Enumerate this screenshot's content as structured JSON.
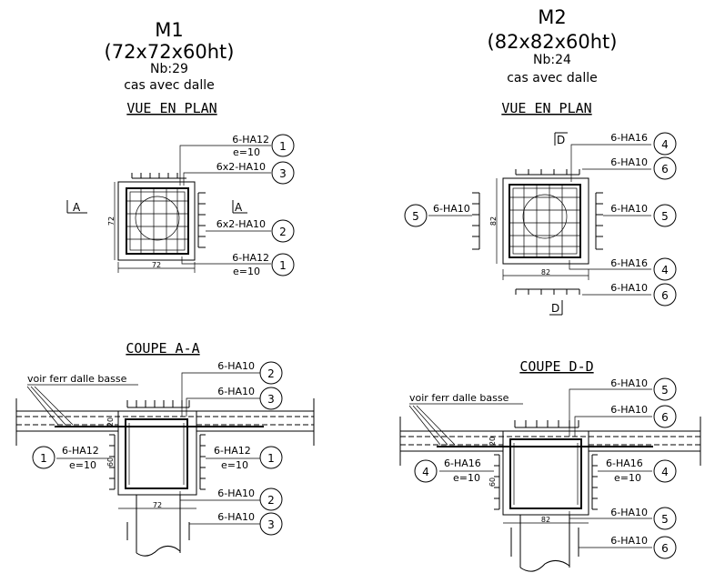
{
  "m1": {
    "name": "M1",
    "size": "(72x72x60ht)",
    "count": "Nb:29",
    "note": "cas avec dalle",
    "plan_title": "VUE EN PLAN",
    "section_title": "COUPE A-A",
    "section_mark": "A",
    "dim_width": "72",
    "dim_height": "72",
    "dim_slab": "20",
    "dim_beam": "60",
    "slab_note": "voir ferr dalle basse",
    "plan_callouts": [
      {
        "label": "6-HA12",
        "sub": "e=10",
        "number": "1"
      },
      {
        "label": "6x2-HA10",
        "sub": "",
        "number": "3"
      },
      {
        "label": "6x2-HA10",
        "sub": "",
        "number": "2"
      },
      {
        "label": "6-HA12",
        "sub": "e=10",
        "number": "1"
      }
    ],
    "section_callouts": [
      {
        "label": "6-HA10",
        "sub": "",
        "number": "2"
      },
      {
        "label": "6-HA10",
        "sub": "",
        "number": "3"
      },
      {
        "label": "6-HA12",
        "sub": "e=10",
        "number": "1"
      },
      {
        "label": "6-HA12",
        "sub": "e=10",
        "number": "1"
      },
      {
        "label": "6-HA10",
        "sub": "",
        "number": "2"
      },
      {
        "label": "6-HA10",
        "sub": "",
        "number": "3"
      }
    ]
  },
  "m2": {
    "name": "M2",
    "size": "(82x82x60ht)",
    "count": "Nb:24",
    "note": "cas avec dalle",
    "plan_title": "VUE EN PLAN",
    "section_title": "COUPE D-D",
    "section_mark": "D",
    "dim_width": "82",
    "dim_height": "82",
    "dim_slab": "20",
    "dim_beam": "60",
    "slab_note": "voir ferr dalle basse",
    "plan_callouts": [
      {
        "label": "6-HA16",
        "sub": "",
        "number": "4"
      },
      {
        "label": "6-HA10",
        "sub": "",
        "number": "6"
      },
      {
        "label": "6-HA10",
        "sub": "",
        "number": "5"
      },
      {
        "label": "6-HA10",
        "sub": "",
        "number": "5"
      },
      {
        "label": "6-HA16",
        "sub": "",
        "number": "4"
      },
      {
        "label": "6-HA10",
        "sub": "",
        "number": "6"
      }
    ],
    "section_callouts": [
      {
        "label": "6-HA10",
        "sub": "",
        "number": "5"
      },
      {
        "label": "6-HA10",
        "sub": "",
        "number": "6"
      },
      {
        "label": "6-HA16",
        "sub": "e=10",
        "number": "4"
      },
      {
        "label": "6-HA16",
        "sub": "e=10",
        "number": "4"
      },
      {
        "label": "6-HA10",
        "sub": "",
        "number": "5"
      },
      {
        "label": "6-HA10",
        "sub": "",
        "number": "6"
      }
    ]
  }
}
